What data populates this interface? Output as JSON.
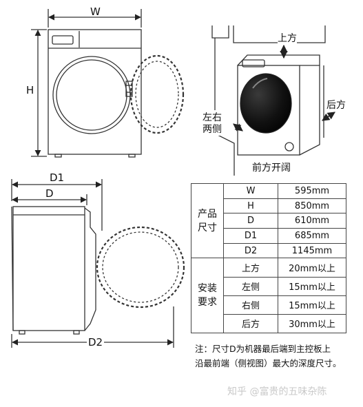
{
  "front_view": {
    "label_w": "W",
    "label_h": "H"
  },
  "side_view": {
    "label_d1": "D1",
    "label_d": "D",
    "label_d2": "D2"
  },
  "install_view": {
    "label_top": "上方",
    "label_sides": [
      "左右",
      "两侧"
    ],
    "label_back": "后方",
    "label_front": "前方开阔"
  },
  "spec_table": {
    "groups": [
      {
        "category": [
          "产品",
          "尺寸"
        ],
        "rows": [
          {
            "key": "W",
            "value": "595mm"
          },
          {
            "key": "H",
            "value": "850mm"
          },
          {
            "key": "D",
            "value": "610mm"
          },
          {
            "key": "D1",
            "value": "685mm"
          },
          {
            "key": "D2",
            "value": "1145mm"
          }
        ]
      },
      {
        "category": [
          "安装",
          "要求"
        ],
        "rows": [
          {
            "key": "上方",
            "value": "20mm以上"
          },
          {
            "key": "左侧",
            "value": "15mm以上"
          },
          {
            "key": "右侧",
            "value": "15mm以上"
          },
          {
            "key": "后方",
            "value": "30mm以上"
          }
        ]
      }
    ]
  },
  "note": {
    "line1": "注：尺寸D为机器最后端到主控板上",
    "line2": "沿最前端（侧视图）最大的深度尺寸。"
  },
  "watermark": "知乎 @富贵的五味杂陈",
  "colors": {
    "line": "#333333",
    "drum": "#151515"
  }
}
